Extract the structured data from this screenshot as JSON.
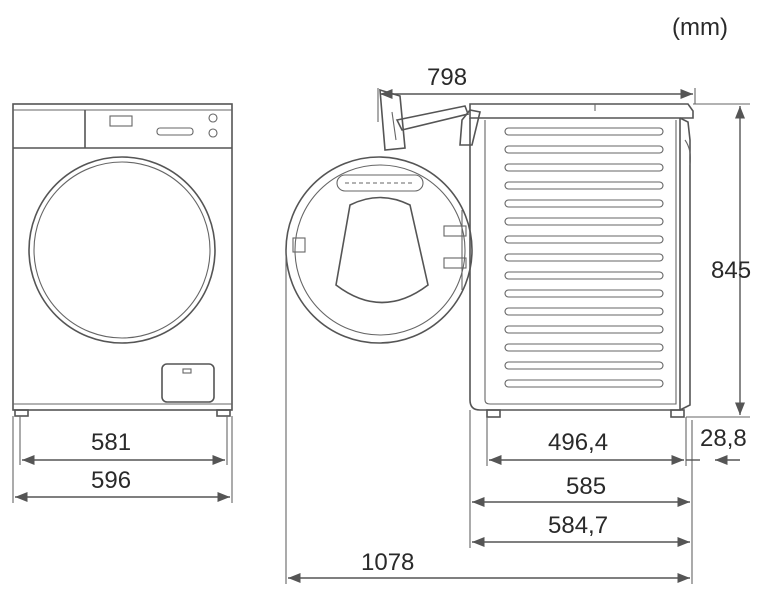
{
  "unit_label": "(mm)",
  "front_view": {
    "dim_581": "581",
    "dim_596": "596"
  },
  "side_view": {
    "dim_798": "798",
    "dim_845": "845",
    "dim_496_4": "496,4",
    "dim_28_8": "28,8",
    "dim_585": "585",
    "dim_584_7": "584,7",
    "dim_1078": "1078"
  }
}
